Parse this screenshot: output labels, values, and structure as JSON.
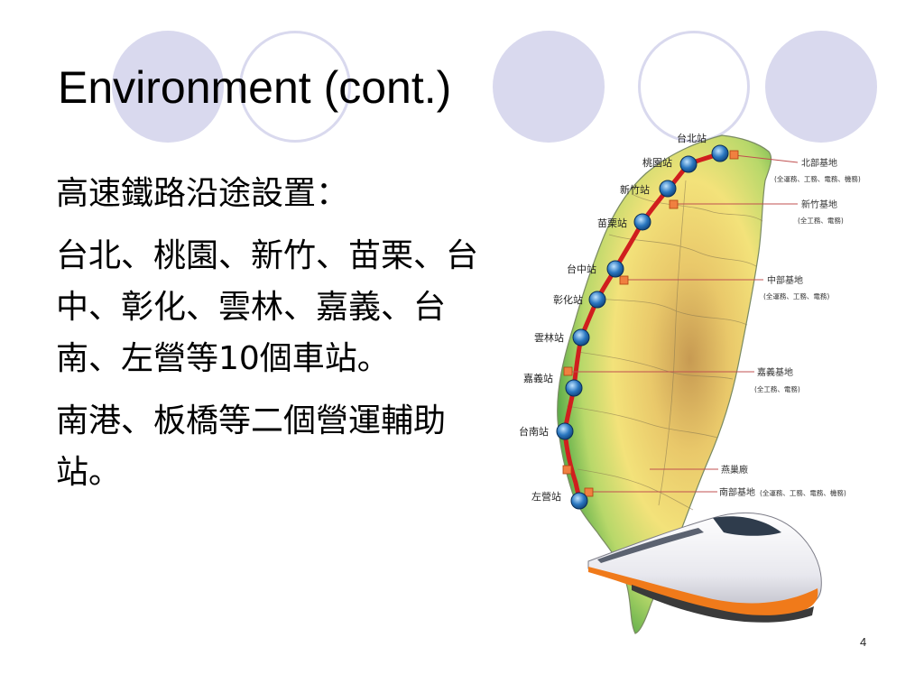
{
  "slide": {
    "title": "Environment (cont.)",
    "page_number": "4",
    "paragraphs": [
      "高速鐵路沿途設置：",
      "台北、桃園、新竹、苗栗、台中、彰化、雲林、嘉義、台南、左營等10個車站。",
      "南港、板橋等二個營運輔助站。"
    ]
  },
  "map": {
    "stations": [
      "台北站",
      "桃園站",
      "新竹站",
      "苗栗站",
      "台中站",
      "彰化站",
      "雲林站",
      "嘉義站",
      "台南站",
      "左營站"
    ],
    "bases": {
      "north": {
        "name": "北部基地",
        "desc": "(全運務、工務、電務、機務)"
      },
      "hsinchu": {
        "name": "新竹基地",
        "desc": "(全工務、電務)"
      },
      "central": {
        "name": "中部基地",
        "desc": "(全運務、工務、電務)"
      },
      "chiayi": {
        "name": "嘉義基地",
        "desc": "(全工務、電務)"
      },
      "south": {
        "name": "南部基地",
        "desc": "(全運務、工務、電務、機務)"
      }
    },
    "depot": "燕巢廠"
  },
  "colors": {
    "deco_circle": "#d9d9ee",
    "rail_line": "#d01e1e",
    "station_marker": "#1a5f9e",
    "train_orange": "#f07a1a"
  }
}
